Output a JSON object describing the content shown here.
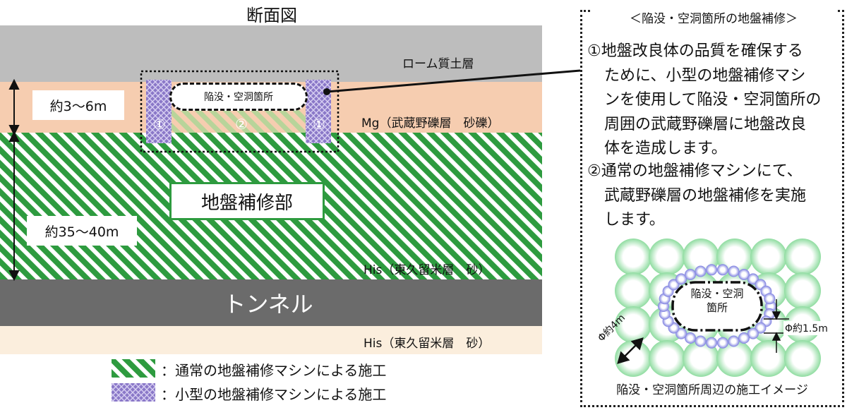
{
  "section": {
    "title": "断面図",
    "layers": {
      "loam": "ローム質土層",
      "mg": "Mg（武蔵野礫層　砂礫）",
      "his_upper": "His（東久留米層　砂）",
      "his_lower": "His（東久留米層　砂）"
    },
    "depth_top": "約3～6m",
    "depth_main": "約35～40m",
    "repair_area": "地盤補修部",
    "tunnel": "トンネル",
    "cavity": "陥没・空洞箇所",
    "marker_1": "①",
    "marker_2": "②"
  },
  "legend": {
    "normal": "：通常の地盤補修マシンによる施工",
    "small": "：小型の地盤補修マシンによる施工"
  },
  "explanation": {
    "title": "＜陥没・空洞箇所の地盤補修＞",
    "step1_lines": [
      "①地盤改良体の品質を確保する",
      "ために、小型の地盤補修マシ",
      "ンを使用して陥没・空洞箇所の",
      "周囲の武蔵野礫層に地盤改良",
      "体を造成します。"
    ],
    "step2_lines": [
      "②通常の地盤補修マシンにて、",
      "武蔵野礫層の地盤補修を実施",
      "します。"
    ]
  },
  "plan_view": {
    "cavity_line1": "陥没・空洞",
    "cavity_line2": "箇所",
    "small_diameter": "Φ約1.5m",
    "large_diameter": "Φ約4m",
    "caption": "陥没・空洞箇所周辺の施工イメージ"
  },
  "colors": {
    "loam": "#bdbdbd",
    "mg": "#f6cdb0",
    "his": "#fbeedd",
    "tunnel": "#6b6b6b",
    "green_stripe": "#2e9b3f",
    "purple_small": "#8a78c8"
  }
}
